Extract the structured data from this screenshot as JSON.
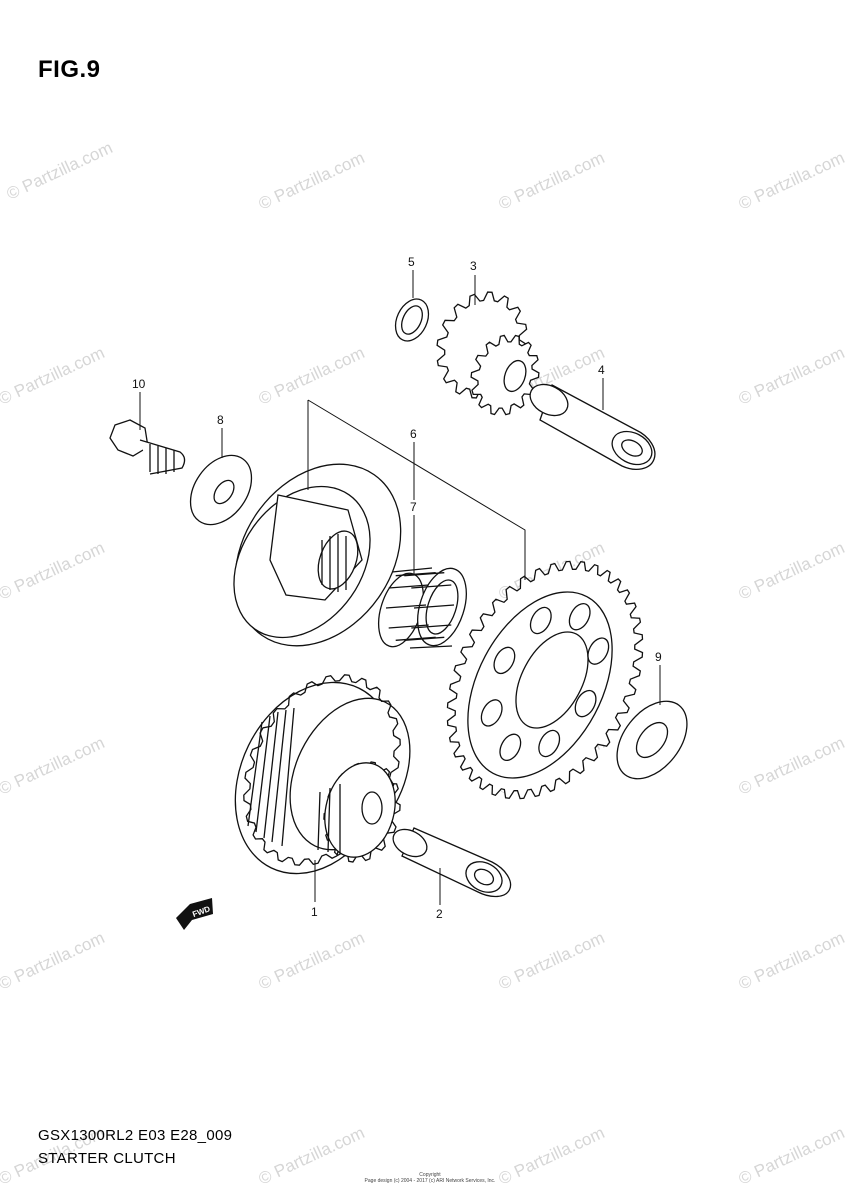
{
  "figure": {
    "title": "FIG.9",
    "code": "GSX1300RL2 E03 E28_009",
    "name": "STARTER CLUTCH",
    "copyright": [
      "Copyright",
      "Page design (c) 2004 - 2017 (c) ARI Network Services, Inc."
    ]
  },
  "watermark": {
    "text": "© Partzilla.com",
    "color": "#d6d6d6"
  },
  "fwd_label": "FWD",
  "callouts": [
    {
      "id": "1",
      "label": "1"
    },
    {
      "id": "2",
      "label": "2"
    },
    {
      "id": "3",
      "label": "3"
    },
    {
      "id": "4",
      "label": "4"
    },
    {
      "id": "5",
      "label": "5"
    },
    {
      "id": "6",
      "label": "6"
    },
    {
      "id": "7",
      "label": "7"
    },
    {
      "id": "8",
      "label": "8"
    },
    {
      "id": "9",
      "label": "9"
    },
    {
      "id": "10",
      "label": "10"
    }
  ],
  "colors": {
    "line": "#111111",
    "fill": "#ffffff"
  }
}
